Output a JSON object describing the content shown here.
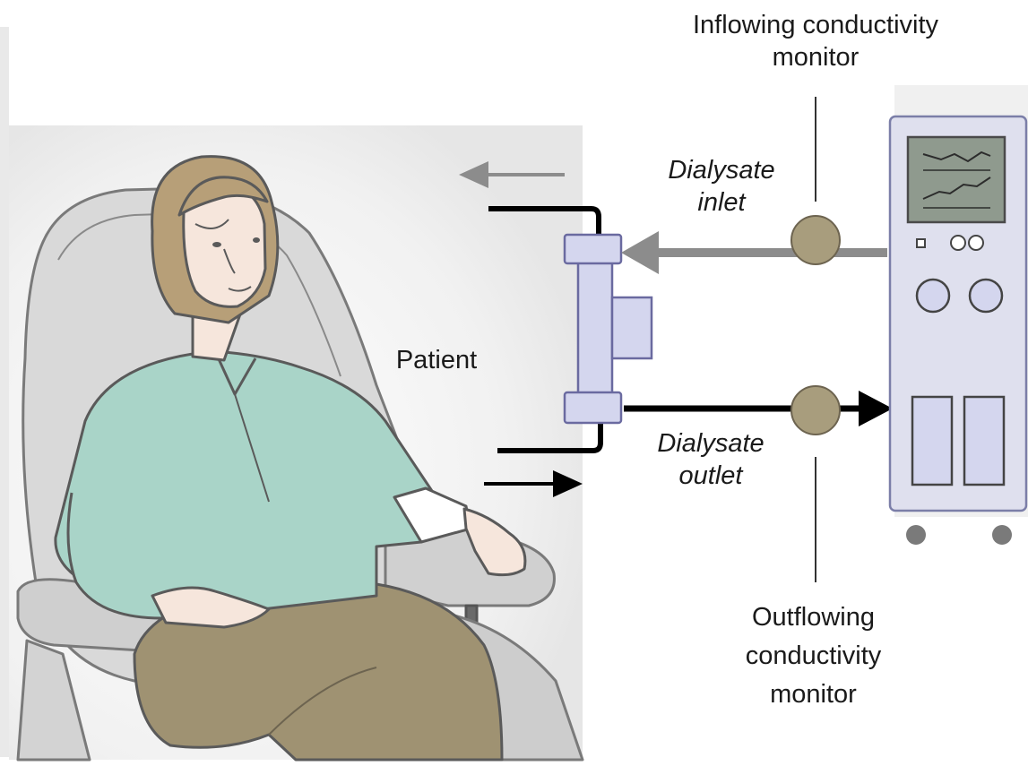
{
  "labels": {
    "inflow_line1": "Inflowing conductivity",
    "inflow_line2": "monitor",
    "inlet_line1": "Dialysate",
    "inlet_line2": "inlet",
    "outlet_line1": "Dialysate",
    "outlet_line2": "outlet",
    "patient": "Patient",
    "outflow_line1": "Outflowing",
    "outflow_line2": "conductivity",
    "outflow_line3": "monitor"
  },
  "colors": {
    "machine_body": "#dfe0ee",
    "filter": "#d4d6ee",
    "monitor_bulb": "#a89d7d",
    "shirt": "#a9d4c8",
    "pants": "#9f9272",
    "hair": "#b79f78",
    "chair": "#d6d6d6",
    "inlet_line": "#8c8c8c",
    "outlet_line": "#000000"
  }
}
